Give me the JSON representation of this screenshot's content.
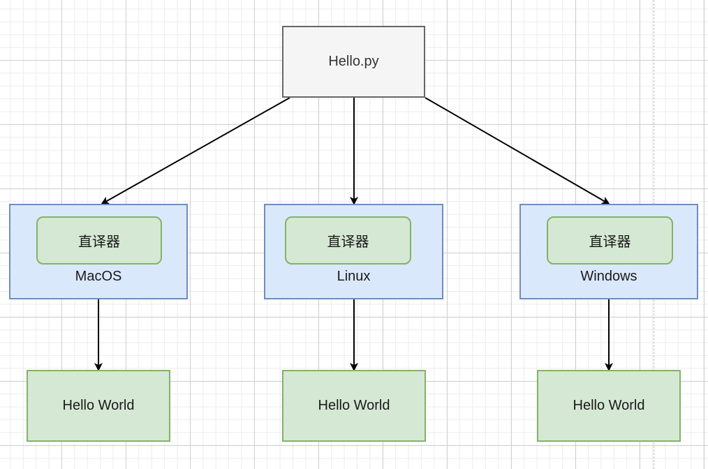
{
  "source": {
    "label": "Hello.py"
  },
  "platforms": [
    {
      "name": "MacOS",
      "interpreter": "直译器",
      "output": "Hello World"
    },
    {
      "name": "Linux",
      "interpreter": "直译器",
      "output": "Hello World"
    },
    {
      "name": "Windows",
      "interpreter": "直译器",
      "output": "Hello World"
    }
  ],
  "colors": {
    "source_fill": "#f5f5f5",
    "source_stroke": "#666666",
    "platform_fill": "#dae8fc",
    "platform_stroke": "#6c8ebf",
    "green_fill": "#d5e8d4",
    "green_stroke": "#82b366"
  }
}
